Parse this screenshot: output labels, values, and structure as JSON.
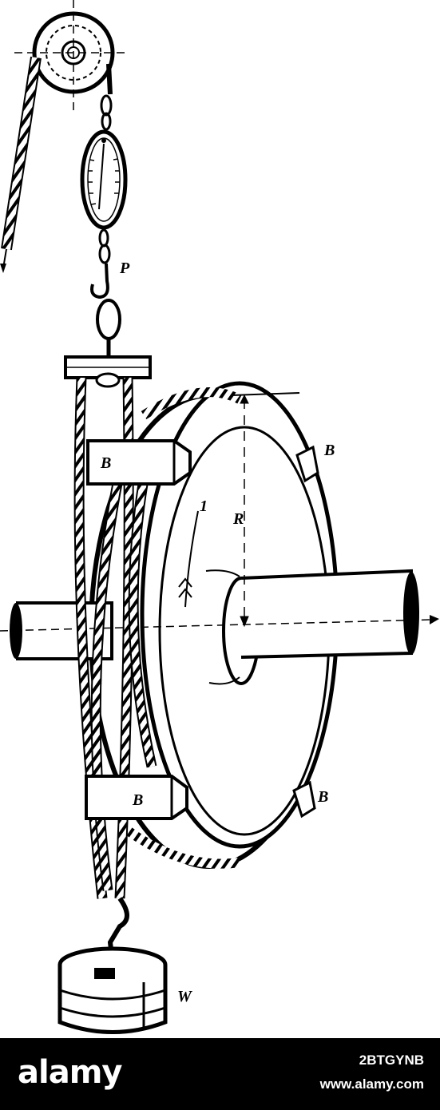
{
  "figure": {
    "labels": {
      "pull": "P",
      "radius": "R",
      "brake_block": "B",
      "weight": "W",
      "rotation": "1"
    }
  },
  "watermark": {
    "logo": "alamy",
    "image_id": "2BTGYNB",
    "url": "www.alamy.com"
  },
  "colors": {
    "ink": "#000000",
    "paper": "#ffffff",
    "bar": "#000000"
  }
}
